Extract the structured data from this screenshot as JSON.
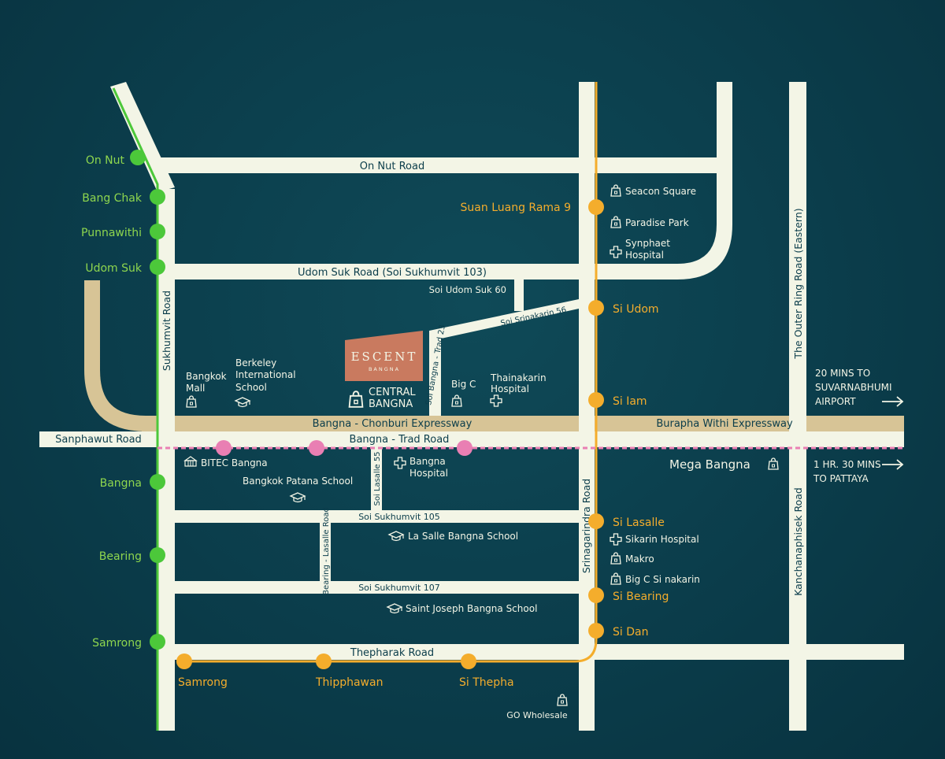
{
  "colors": {
    "background": "#0b3d4b",
    "road": "#f3f5e6",
    "expressway": "#d7c496",
    "green_line": "#4cc83a",
    "orange_line": "#f4ad2c",
    "pink_line": "#e97fb3",
    "brand_box": "#c97a5f"
  },
  "brand": {
    "name": "ESCENT",
    "sub": "BANGNA"
  },
  "roads": {
    "on_nut": "On Nut Road",
    "udom_suk": "Udom Suk Road (Soi Sukhumvit 103)",
    "udom_suk_60": "Soi Udom Suk 60",
    "srinakarin_56": "Soi Srinakarin 56",
    "bangna_trad_23": "Soi Bangna - Trad 23",
    "sukhumvit": "Sukhumvit Road",
    "bangna_chonburi": "Bangna - Chonburi Expressway",
    "burapha": "Burapha Withi Expressway",
    "sanphawut": "Sanphawut Road",
    "bangna_trad": "Bangna - Trad Road",
    "lasalle_55": "Soi Lasalle 55",
    "sukhumvit_105": "Soi Sukhumvit 105",
    "bearing_lasalle": "Bearing - Lasalle Road",
    "sukhumvit_107": "Soi Sukhumvit 107",
    "thepharak": "Thepharak Road",
    "srinagarindra": "Srinagarindra Road",
    "outer_ring": "The Outer Ring Road (Eastern)",
    "kanchanaphisek": "Kanchanaphisek Road"
  },
  "green_stations": {
    "on_nut": "On Nut",
    "bang_chak": "Bang Chak",
    "punnawithi": "Punnawithi",
    "udom_suk": "Udom Suk",
    "bangna": "Bangna",
    "bearing": "Bearing",
    "samrong": "Samrong"
  },
  "orange_stations": {
    "suan_luang": "Suan Luang Rama 9",
    "si_udom": "Si Udom",
    "si_iam": "Si Iam",
    "si_lasalle": "Si Lasalle",
    "si_bearing": "Si Bearing",
    "si_dan": "Si Dan",
    "samrong": "Samrong",
    "thipphawan": "Thipphawan",
    "si_thepha": "Si Thepha"
  },
  "poi": {
    "seacon_square": "Seacon Square",
    "paradise_park": "Paradise Park",
    "synphaet_1": "Synphaet",
    "synphaet_2": "Hospital",
    "bangkok_mall_1": "Bangkok",
    "bangkok_mall_2": "Mall",
    "berkeley_1": "Berkeley",
    "berkeley_2": "International",
    "berkeley_3": "School",
    "central_1": "CENTRAL",
    "central_2": "BANGNA",
    "big_c": "Big C",
    "thainakarin_1": "Thainakarin",
    "thainakarin_2": "Hospital",
    "bitec": "BITEC Bangna",
    "bangkok_patana": "Bangkok Patana School",
    "bangna_hospital_1": "Bangna",
    "bangna_hospital_2": "Hospital",
    "mega_bangna": "Mega Bangna",
    "la_salle_school": "La Salle Bangna School",
    "saint_joseph": "Saint Joseph Bangna School",
    "sikarin": "Sikarin Hospital",
    "makro": "Makro",
    "big_c_srinakarin": "Big C Si nakarin",
    "go_wholesale": "GO Wholesale"
  },
  "directions": {
    "airport_1": "20 MINS TO",
    "airport_2": "SUVARNABHUMI",
    "airport_3": "AIRPORT",
    "pattaya_1": "1 HR. 30 MINS",
    "pattaya_2": "TO PATTAYA"
  },
  "icons": {
    "shopping": "shopping-bag-icon",
    "hospital": "hospital-cross-icon",
    "school": "graduation-cap-icon",
    "exhibition": "exhibition-hall-icon",
    "arrow": "arrow-right-icon"
  }
}
